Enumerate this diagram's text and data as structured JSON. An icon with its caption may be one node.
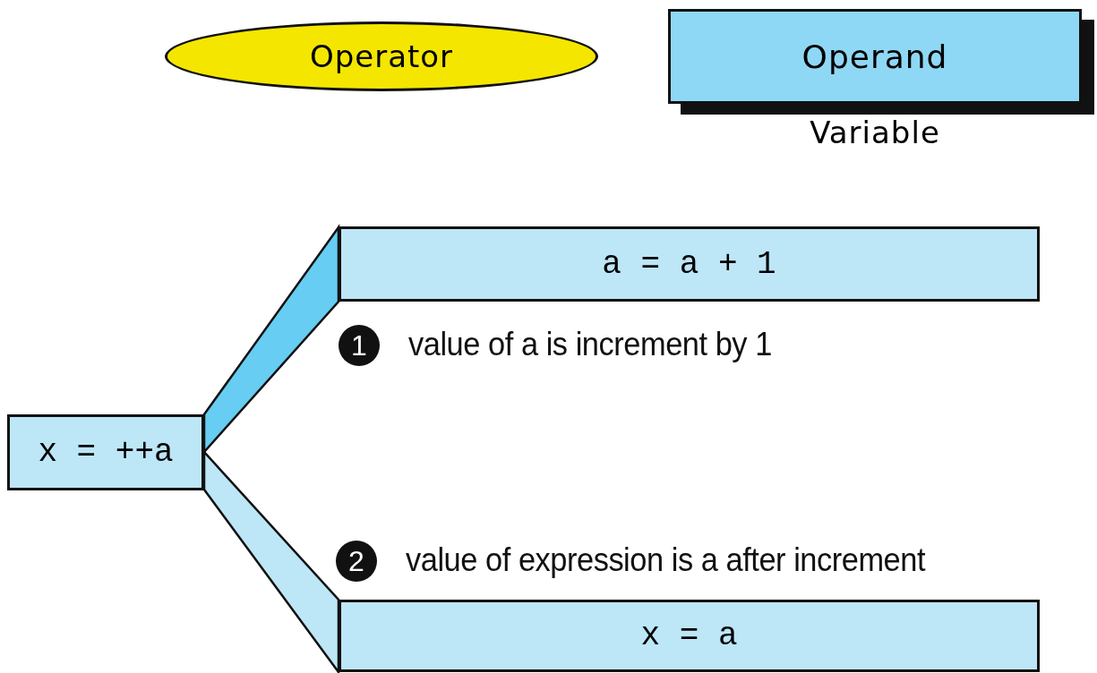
{
  "diagram": {
    "nodes": [
      {
        "text": [
          "Operator"
        ]
      },
      {
        "text": [
          "Operand"
        ],
        "beside": [
          "Variable"
        ]
      },
      {
        "text": [
          "x = ++a"
        ]
      },
      {
        "text": [
          "a = a + 1"
        ]
      },
      {
        "text": [
          "x = a"
        ]
      }
    ],
    "edges": [
      {
        "from": 2,
        "to": 3,
        "arrow": "none",
        "color": "#67cdf2"
      },
      {
        "from": 2,
        "to": 4,
        "arrow": "none"
      }
    ],
    "labels": [
      "1",
      "value of a is increment by 1",
      "2",
      "value of expression is a after increment"
    ]
  }
}
